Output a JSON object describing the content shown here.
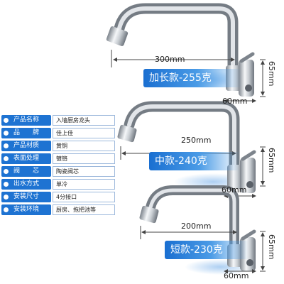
{
  "variants": [
    {
      "badge": "加长款-255克",
      "width_label": "300mm",
      "height_label": "65mm",
      "base_label": "60mm"
    },
    {
      "badge": "中款-240克",
      "width_label": "250mm",
      "height_label": "65mm",
      "base_label": "60mm"
    },
    {
      "badge": "短款-230克",
      "width_label": "200mm",
      "height_label": "65mm",
      "base_label": "60mm"
    }
  ],
  "specs": [
    {
      "label": "产品名称",
      "value": "入墙厨房龙头"
    },
    {
      "label": "品　　牌",
      "value": "佳上佳"
    },
    {
      "label": "产品材质",
      "value": "黄铜"
    },
    {
      "label": "表面处理",
      "value": "镀铬"
    },
    {
      "label": "阀　　芯",
      "value": "陶瓷阀芯"
    },
    {
      "label": "出水方式",
      "value": "单冷"
    },
    {
      "label": "安装尺寸",
      "value": "4分接口"
    },
    {
      "label": "安装环境",
      "value": "厨房、拖把池等"
    }
  ],
  "colors": {
    "accent": "#1e73d2",
    "chrome_dark": "#8a9097",
    "chrome_light": "#f4f6f8"
  }
}
